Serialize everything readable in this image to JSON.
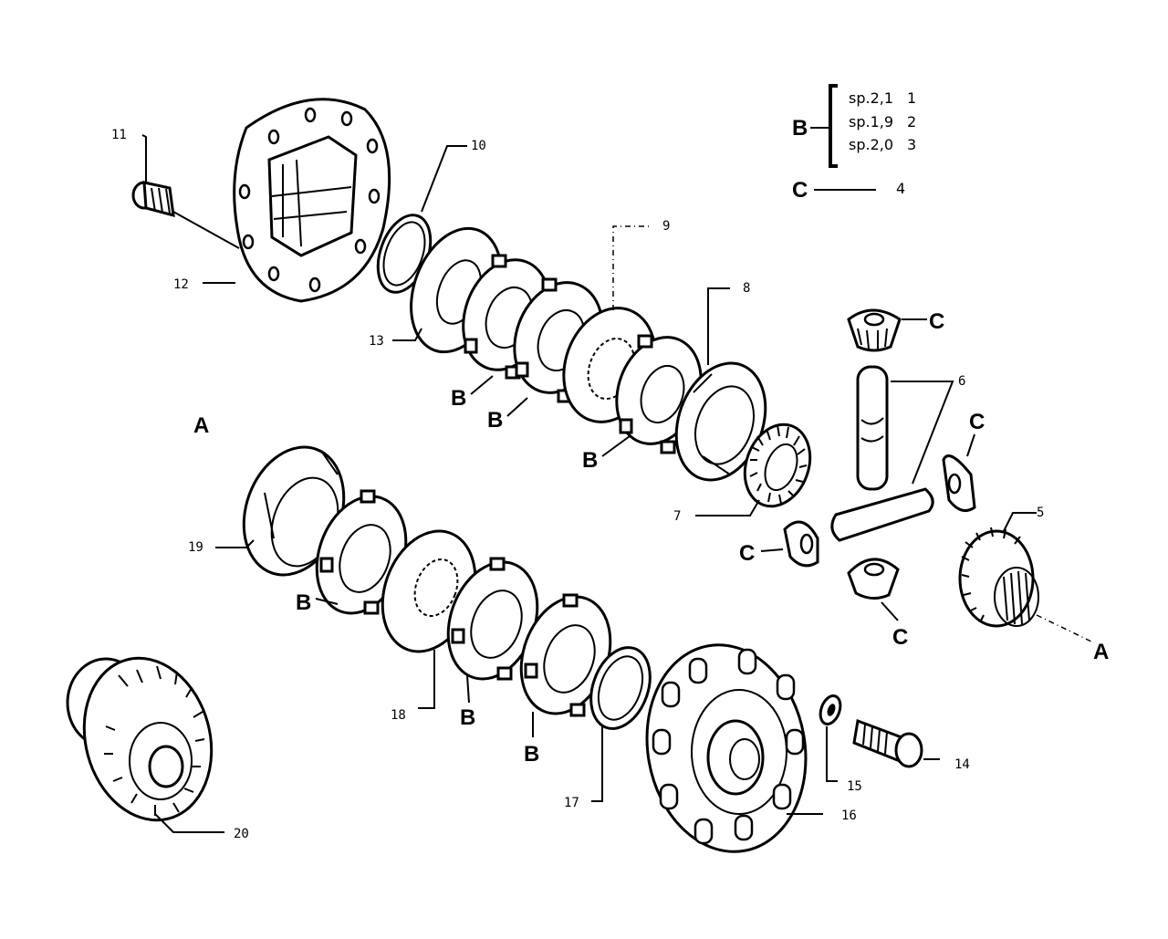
{
  "legend": {
    "b_letter": "B",
    "rows": [
      {
        "spec": "sp.2,1",
        "num": "1"
      },
      {
        "spec": "sp.1,9",
        "num": "2"
      },
      {
        "spec": "sp.2,0",
        "num": "3"
      }
    ],
    "c_letter": "C",
    "c_num": "4"
  },
  "callouts": {
    "n5": "5",
    "n6": "6",
    "n7": "7",
    "n8": "8",
    "n9": "9",
    "n10": "10",
    "n11": "11",
    "n12": "12",
    "n13": "13",
    "n14": "14",
    "n15": "15",
    "n16": "16",
    "n17": "17",
    "n18": "18",
    "n19": "19",
    "n20": "20"
  },
  "letters": {
    "A": "A",
    "B": "B",
    "C": "C"
  }
}
